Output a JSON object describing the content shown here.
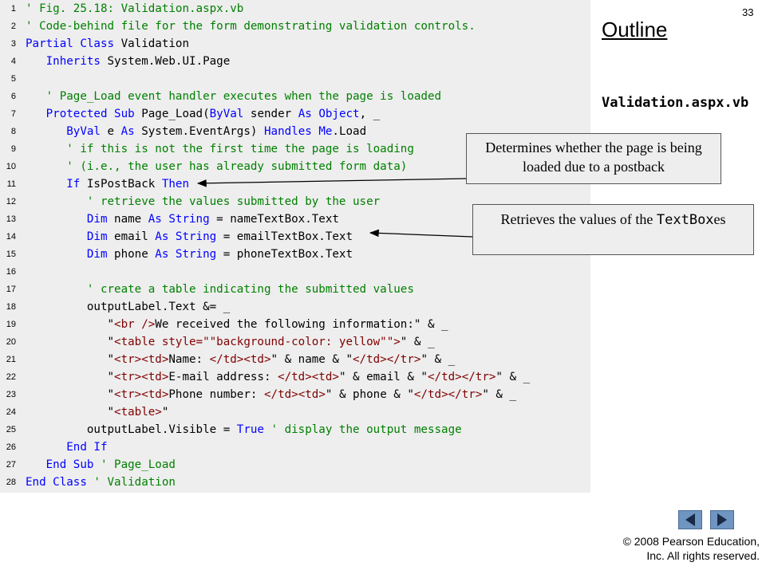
{
  "slide_number": "33",
  "outline": {
    "title": "Outline",
    "file_name": "Validation.aspx.vb"
  },
  "code": {
    "lines": [
      {
        "num": "1",
        "segments": [
          {
            "t": "' Fig. 25.18: Validation.aspx.vb",
            "c": "cm"
          }
        ]
      },
      {
        "num": "2",
        "segments": [
          {
            "t": "' Code-behind file for the form demonstrating validation controls.",
            "c": "cm"
          }
        ]
      },
      {
        "num": "3",
        "segments": [
          {
            "t": "Partial Class",
            "c": "kw"
          },
          {
            "t": " Validation",
            "c": ""
          }
        ]
      },
      {
        "num": "4",
        "segments": [
          {
            "t": "   ",
            "c": ""
          },
          {
            "t": "Inherits",
            "c": "kw"
          },
          {
            "t": " System.Web.UI.Page",
            "c": ""
          }
        ]
      },
      {
        "num": "5",
        "segments": []
      },
      {
        "num": "6",
        "segments": [
          {
            "t": "   ",
            "c": ""
          },
          {
            "t": "' Page_Load event handler executes when the page is loaded",
            "c": "cm"
          }
        ]
      },
      {
        "num": "7",
        "segments": [
          {
            "t": "   ",
            "c": ""
          },
          {
            "t": "Protected Sub",
            "c": "kw"
          },
          {
            "t": " Page_Load(",
            "c": ""
          },
          {
            "t": "ByVal",
            "c": "kw"
          },
          {
            "t": " sender ",
            "c": ""
          },
          {
            "t": "As Object",
            "c": "kw"
          },
          {
            "t": ", _",
            "c": ""
          }
        ]
      },
      {
        "num": "8",
        "segments": [
          {
            "t": "      ",
            "c": ""
          },
          {
            "t": "ByVal",
            "c": "kw"
          },
          {
            "t": " e ",
            "c": ""
          },
          {
            "t": "As",
            "c": "kw"
          },
          {
            "t": " System.EventArgs) ",
            "c": ""
          },
          {
            "t": "Handles Me",
            "c": "kw"
          },
          {
            "t": ".Load",
            "c": ""
          }
        ]
      },
      {
        "num": "9",
        "segments": [
          {
            "t": "      ",
            "c": ""
          },
          {
            "t": "' if this is not the first time the page is loading",
            "c": "cm"
          }
        ]
      },
      {
        "num": "10",
        "segments": [
          {
            "t": "      ",
            "c": ""
          },
          {
            "t": "' (i.e., the user has already submitted form data)",
            "c": "cm"
          }
        ]
      },
      {
        "num": "11",
        "segments": [
          {
            "t": "      ",
            "c": ""
          },
          {
            "t": "If",
            "c": "kw"
          },
          {
            "t": " IsPostBack ",
            "c": ""
          },
          {
            "t": "Then",
            "c": "kw"
          }
        ]
      },
      {
        "num": "12",
        "segments": [
          {
            "t": "         ",
            "c": ""
          },
          {
            "t": "' retrieve the values submitted by the user",
            "c": "cm"
          }
        ]
      },
      {
        "num": "13",
        "segments": [
          {
            "t": "         ",
            "c": ""
          },
          {
            "t": "Dim",
            "c": "kw"
          },
          {
            "t": " name ",
            "c": ""
          },
          {
            "t": "As String",
            "c": "kw"
          },
          {
            "t": " = nameTextBox.Text",
            "c": ""
          }
        ]
      },
      {
        "num": "14",
        "segments": [
          {
            "t": "         ",
            "c": ""
          },
          {
            "t": "Dim",
            "c": "kw"
          },
          {
            "t": " email ",
            "c": ""
          },
          {
            "t": "As String",
            "c": "kw"
          },
          {
            "t": " = emailTextBox.Text",
            "c": ""
          }
        ]
      },
      {
        "num": "15",
        "segments": [
          {
            "t": "         ",
            "c": ""
          },
          {
            "t": "Dim",
            "c": "kw"
          },
          {
            "t": " phone ",
            "c": ""
          },
          {
            "t": "As String",
            "c": "kw"
          },
          {
            "t": " = phoneTextBox.Text",
            "c": ""
          }
        ]
      },
      {
        "num": "16",
        "segments": []
      },
      {
        "num": "17",
        "segments": [
          {
            "t": "         ",
            "c": ""
          },
          {
            "t": "' create a table indicating the submitted values",
            "c": "cm"
          }
        ]
      },
      {
        "num": "18",
        "segments": [
          {
            "t": "         outputLabel.Text &= _",
            "c": ""
          }
        ]
      },
      {
        "num": "19",
        "segments": [
          {
            "t": "            \"",
            "c": ""
          },
          {
            "t": "<br />",
            "c": "tg"
          },
          {
            "t": "We received the following information:\" & _",
            "c": ""
          }
        ]
      },
      {
        "num": "20",
        "segments": [
          {
            "t": "            \"",
            "c": ""
          },
          {
            "t": "<table style=\"\"background-color: yellow\"\">",
            "c": "tg"
          },
          {
            "t": "\" & _",
            "c": ""
          }
        ]
      },
      {
        "num": "21",
        "segments": [
          {
            "t": "            \"",
            "c": ""
          },
          {
            "t": "<tr><td>",
            "c": "tg"
          },
          {
            "t": "Name: ",
            "c": ""
          },
          {
            "t": "</td><td>",
            "c": "tg"
          },
          {
            "t": "\" & name & \"",
            "c": ""
          },
          {
            "t": "</td></tr>",
            "c": "tg"
          },
          {
            "t": "\" & _",
            "c": ""
          }
        ]
      },
      {
        "num": "22",
        "segments": [
          {
            "t": "            \"",
            "c": ""
          },
          {
            "t": "<tr><td>",
            "c": "tg"
          },
          {
            "t": "E-mail address: ",
            "c": ""
          },
          {
            "t": "</td><td>",
            "c": "tg"
          },
          {
            "t": "\" & email & \"",
            "c": ""
          },
          {
            "t": "</td></tr>",
            "c": "tg"
          },
          {
            "t": "\" & _",
            "c": ""
          }
        ]
      },
      {
        "num": "23",
        "segments": [
          {
            "t": "            \"",
            "c": ""
          },
          {
            "t": "<tr><td>",
            "c": "tg"
          },
          {
            "t": "Phone number: ",
            "c": ""
          },
          {
            "t": "</td><td>",
            "c": "tg"
          },
          {
            "t": "\" & phone & \"",
            "c": ""
          },
          {
            "t": "</td></tr>",
            "c": "tg"
          },
          {
            "t": "\" & _",
            "c": ""
          }
        ]
      },
      {
        "num": "24",
        "segments": [
          {
            "t": "            \"",
            "c": ""
          },
          {
            "t": "<table>",
            "c": "tg"
          },
          {
            "t": "\"",
            "c": ""
          }
        ]
      },
      {
        "num": "25",
        "segments": [
          {
            "t": "         outputLabel.Visible = ",
            "c": ""
          },
          {
            "t": "True",
            "c": "kw"
          },
          {
            "t": " ",
            "c": ""
          },
          {
            "t": "' display the output message",
            "c": "cm"
          }
        ]
      },
      {
        "num": "26",
        "segments": [
          {
            "t": "      ",
            "c": ""
          },
          {
            "t": "End If",
            "c": "kw"
          }
        ]
      },
      {
        "num": "27",
        "segments": [
          {
            "t": "   ",
            "c": ""
          },
          {
            "t": "End Sub",
            "c": "kw"
          },
          {
            "t": " ",
            "c": ""
          },
          {
            "t": "' Page_Load",
            "c": "cm"
          }
        ]
      },
      {
        "num": "28",
        "segments": [
          {
            "t": "End Class",
            "c": "kw"
          },
          {
            "t": " ",
            "c": ""
          },
          {
            "t": "' Validation",
            "c": "cm"
          }
        ]
      }
    ]
  },
  "callouts": {
    "postback": "Determines  whether the page is being loaded due to a postback",
    "textboxes_prefix": "Retrieves the values of the ",
    "textboxes_code": "TextBox",
    "textboxes_suffix": "es"
  },
  "navigation": {
    "prev_icon": "triangle-left",
    "next_icon": "triangle-right"
  },
  "copyright": {
    "line1": "© 2008 Pearson Education,",
    "line2": "Inc.  All rights reserved."
  },
  "colors": {
    "keyword": "#0000ff",
    "comment": "#008000",
    "markup": "#800000",
    "code_background": "#eeeeee",
    "nav_button": "#6f95c2"
  }
}
